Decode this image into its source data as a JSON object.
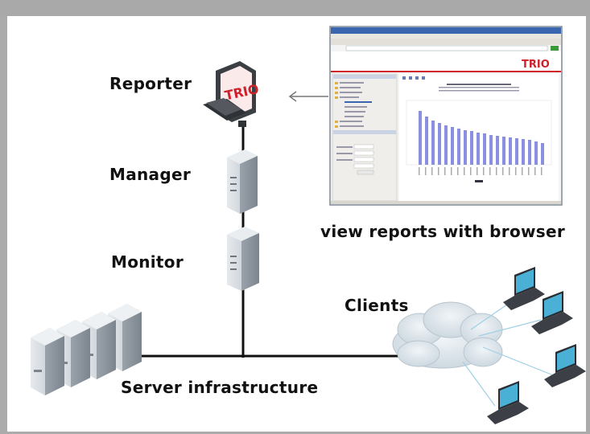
{
  "labels": {
    "reporter": "Reporter",
    "manager": "Manager",
    "monitor": "Monitor",
    "clients": "Clients",
    "server_infrastructure": "Server infrastructure",
    "view_reports": "view reports with browser"
  },
  "reporter_screen_logo": "TRIO",
  "browser_window": {
    "logo": "TRIO"
  },
  "colors": {
    "frame": "#a9a9a9",
    "server_body": "#c9cfd6",
    "bars": "#8a8fe0",
    "logo_red": "#d0202a",
    "cloud": "#dbe4ea",
    "laptop_screen": "#4ab0d6"
  }
}
